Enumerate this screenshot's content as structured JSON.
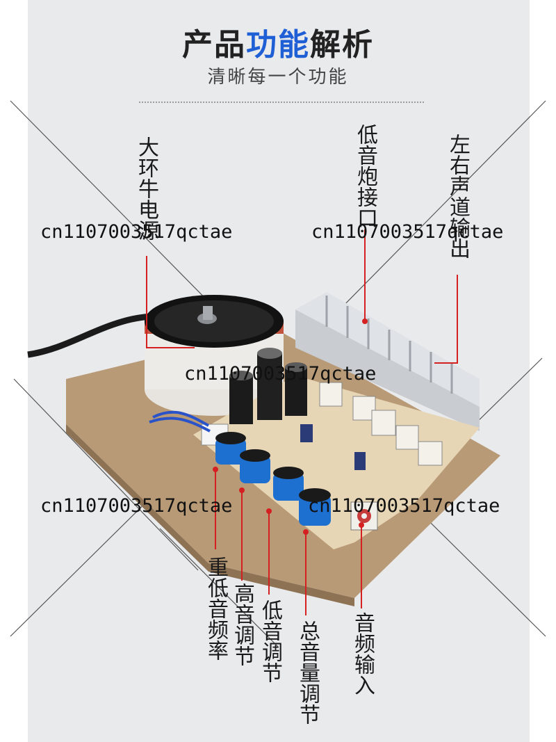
{
  "header": {
    "title_prefix": "产品",
    "title_accent": "功能",
    "title_suffix": "解析",
    "subtitle": "清晰每一个功能"
  },
  "labels": {
    "power": "大环牛电源",
    "sub_out": "低音炮接口",
    "lr_out": "左右声道输出",
    "subwoofer_freq": "重低音频率",
    "treble": "高音调节",
    "bass": "低音调节",
    "volume": "总音量调节",
    "audio_in": "音频输入"
  },
  "watermarks": [
    "cn1107003517qctae",
    "cn1107003517qctae",
    "cn1107003517qctae",
    "cn1107003517qctae",
    "cn1107003517qctae"
  ],
  "colors": {
    "accent": "#1f5fd6",
    "leader_line": "#d42020",
    "knob": "#1d6fd0"
  }
}
